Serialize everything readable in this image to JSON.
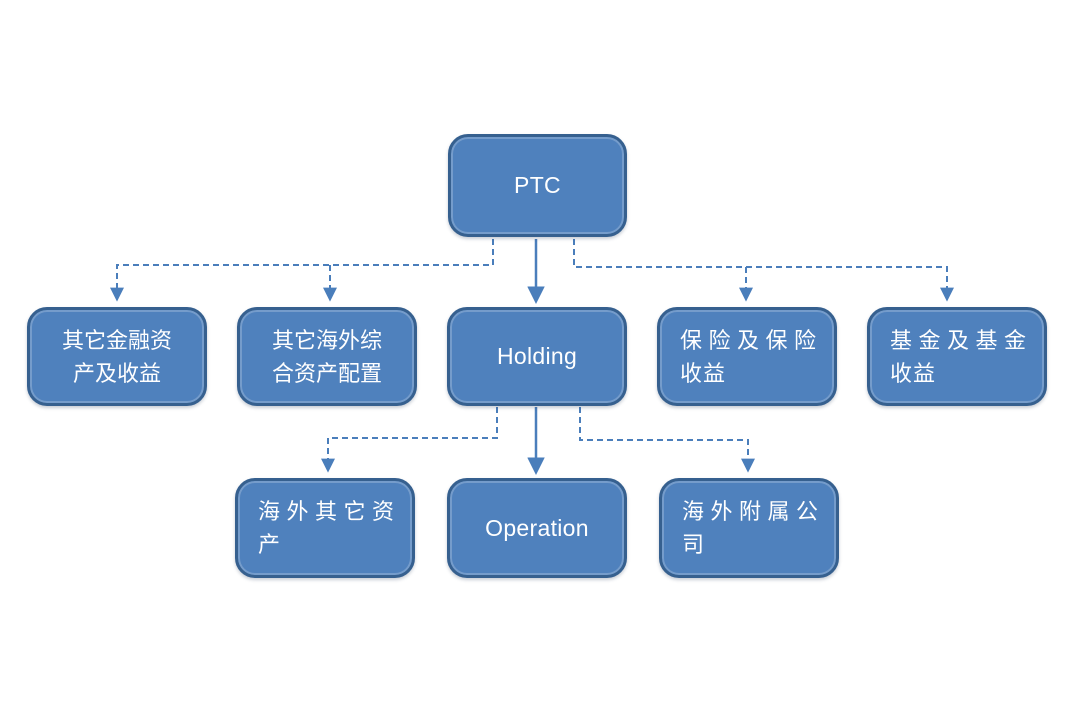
{
  "diagram": {
    "type": "org-chart",
    "background": "#ffffff",
    "colors": {
      "node_fill": "#4f81bd",
      "node_border": "#36608f",
      "node_text": "#ffffff",
      "connector": "#4a7ebb"
    },
    "nodes": {
      "ptc": {
        "label": "PTC"
      },
      "holding": {
        "label": "Holding"
      },
      "operation": {
        "label": "Operation"
      },
      "other_financial": {
        "label": "其它金融资产及收益",
        "line1": "其它金融资",
        "line2": "产及收益"
      },
      "other_overseas": {
        "label": "其它海外综合资产配置",
        "line1": "其它海外综",
        "line2": "合资产配置"
      },
      "insurance": {
        "label": "保险及保险收益",
        "line1": "保险及保险",
        "line2": "收益"
      },
      "fund": {
        "label": "基金及基金收益",
        "line1": "基金及基金",
        "line2": "收益"
      },
      "overseas_other_assets": {
        "label": "海外其它资产",
        "line1": "海外其它资",
        "line2": "产"
      },
      "overseas_affiliates": {
        "label": "海外附属公司",
        "line1": "海外附属公",
        "line2": "司"
      }
    },
    "edges": [
      {
        "from": "ptc",
        "to": "holding",
        "style": "solid"
      },
      {
        "from": "ptc",
        "to": "other_financial",
        "style": "dashed"
      },
      {
        "from": "ptc",
        "to": "other_overseas",
        "style": "dashed"
      },
      {
        "from": "ptc",
        "to": "insurance",
        "style": "dashed"
      },
      {
        "from": "ptc",
        "to": "fund",
        "style": "dashed"
      },
      {
        "from": "holding",
        "to": "operation",
        "style": "solid"
      },
      {
        "from": "holding",
        "to": "overseas_other_assets",
        "style": "dashed"
      },
      {
        "from": "holding",
        "to": "overseas_affiliates",
        "style": "dashed"
      }
    ]
  }
}
